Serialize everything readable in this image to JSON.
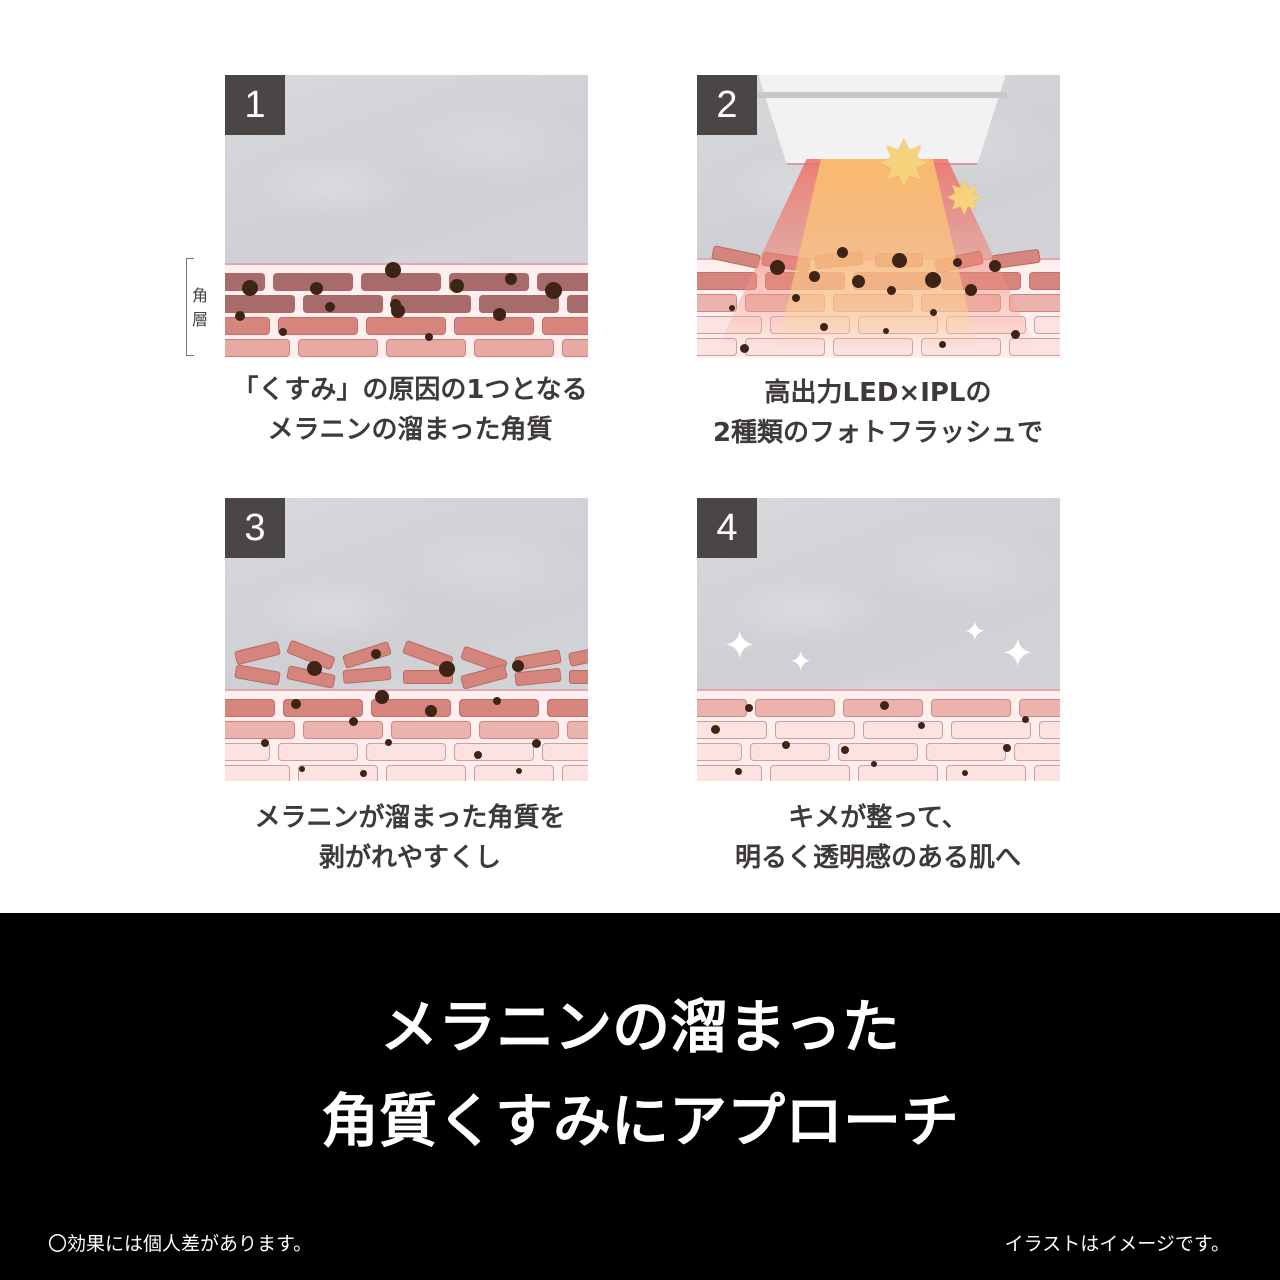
{
  "steps": [
    {
      "number": "1",
      "caption_line1": "「くすみ」の原因の1つとなる",
      "caption_line2": "メラニンの溜まった角質"
    },
    {
      "number": "2",
      "caption_line1": "高出力LED×IPLの",
      "caption_line2": "2種類のフォトフラッシュで"
    },
    {
      "number": "3",
      "caption_line1": "メラニンが溜まった角質を",
      "caption_line2": "剥がれやすくし"
    },
    {
      "number": "4",
      "caption_line1": "キメが整って、",
      "caption_line2": "明るく透明感のある肌へ"
    }
  ],
  "side_label": {
    "char1": "角",
    "char2": "層"
  },
  "headline": {
    "line1": "メラニンの溜まった",
    "line2": "角質くすみにアプローチ"
  },
  "footnotes": {
    "left": "〇効果には個人差があります。",
    "right": "イラストはイメージです。"
  },
  "icons": {
    "sparkle": "✦",
    "burst": "✸"
  },
  "colors": {
    "badge_bg": "#4a4645",
    "caption_text": "#3d3a39",
    "band_bg": "#000000",
    "melanin_dot": "#3d2414",
    "brick_dark": "#a86b6c",
    "brick_mid": "#d5857c",
    "brick_light": "#f0c5c2",
    "brick_pale": "#fbe3e1"
  }
}
